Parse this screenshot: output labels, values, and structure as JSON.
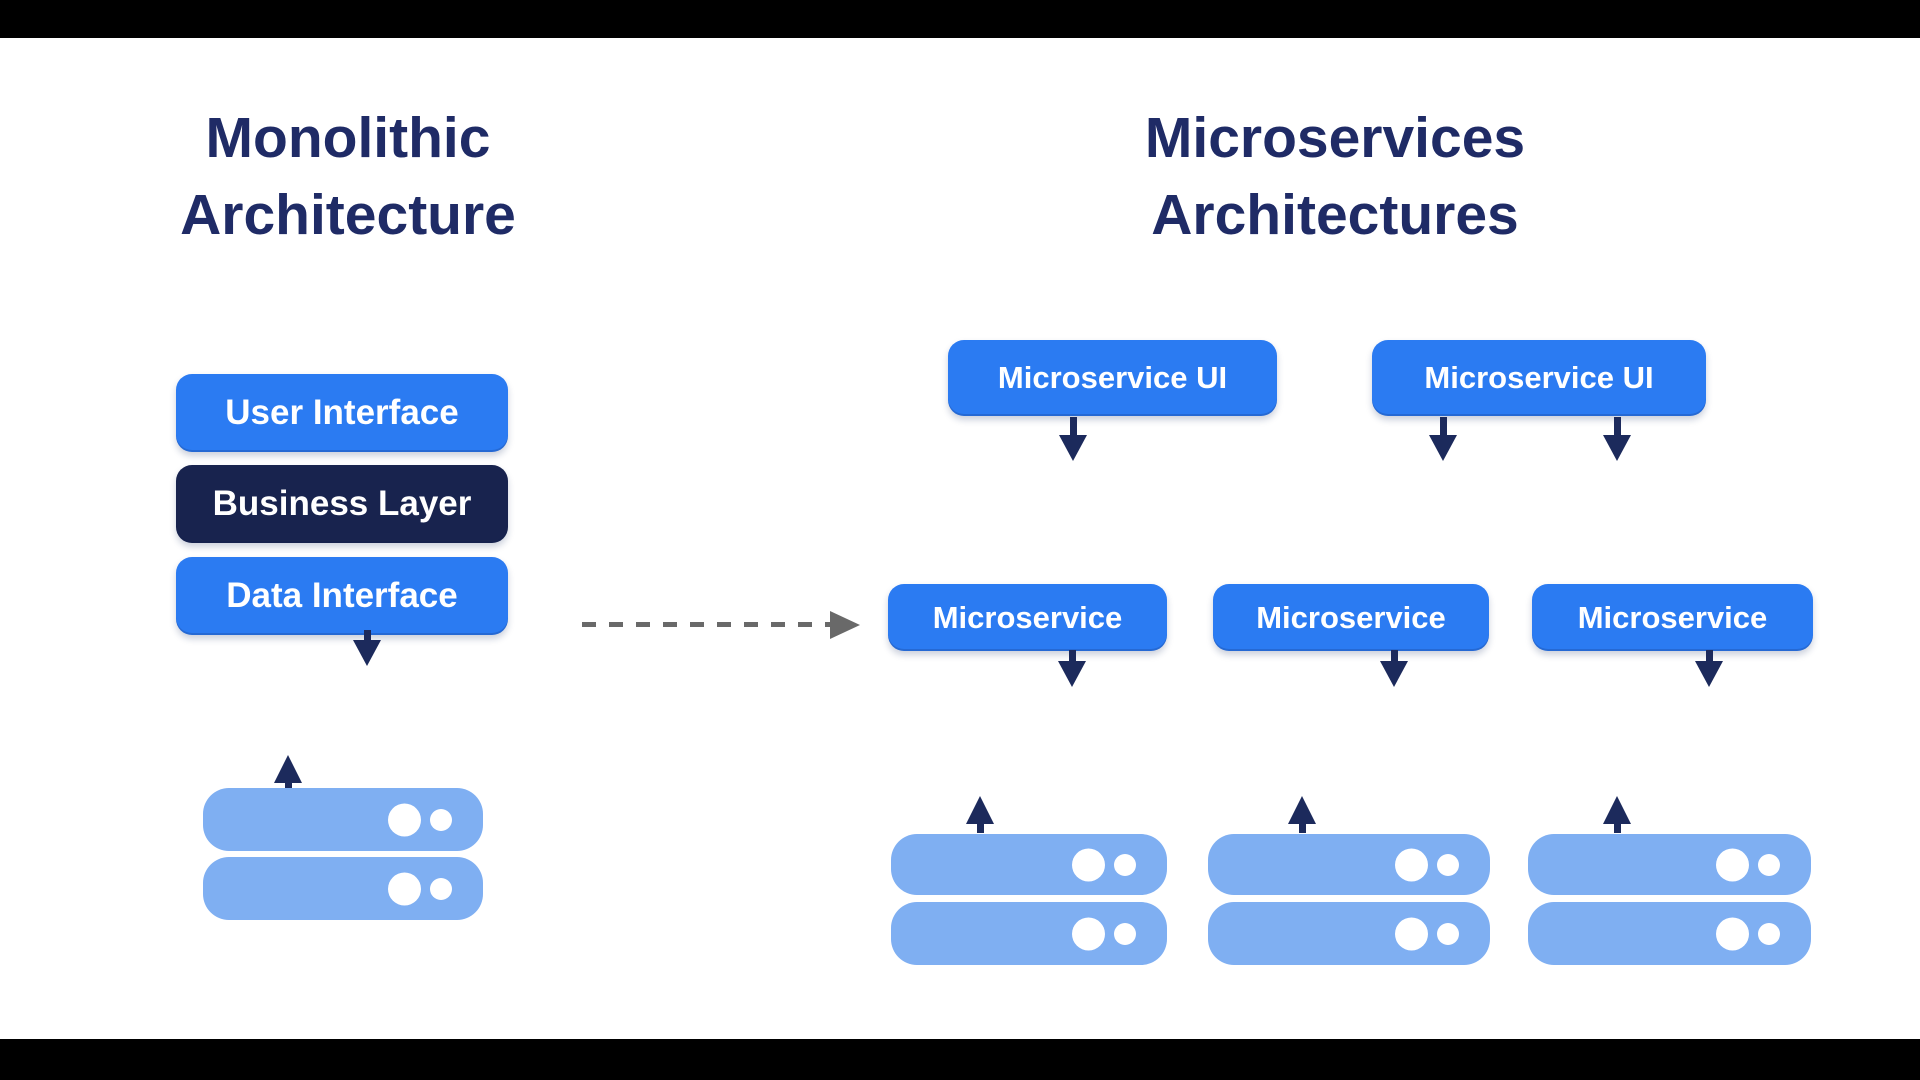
{
  "monolithic_title": {
    "line1": "Monolithic",
    "line2": "Architecture"
  },
  "microservices_title": {
    "line1": "Microservices",
    "line2": "Architectures"
  },
  "monolith": {
    "layers": [
      {
        "label": "User Interface",
        "variant": "blue"
      },
      {
        "label": "Business Layer",
        "variant": "navy"
      },
      {
        "label": "Data Interface",
        "variant": "blue"
      }
    ]
  },
  "microservices": {
    "ui_boxes": [
      "Microservice UI",
      "Microservice UI"
    ],
    "service_boxes": [
      "Microservice",
      "Microservice",
      "Microservice"
    ]
  },
  "icons": {
    "down_arrow": "down-arrow",
    "up_arrow": "up-arrow",
    "dashed_transition_arrow": "dashed-arrow-right",
    "server_stack": "database-server"
  },
  "colors": {
    "accent_blue": "#2B7BF2",
    "navy_box": "#18234E",
    "navy_text": "#1F2B66",
    "arrow_navy": "#1C2A5C",
    "light_blue": "#7FAFF2",
    "dash_gray": "#696969",
    "letterbox_black": "#000000",
    "box_text": "#FFFFFF"
  }
}
